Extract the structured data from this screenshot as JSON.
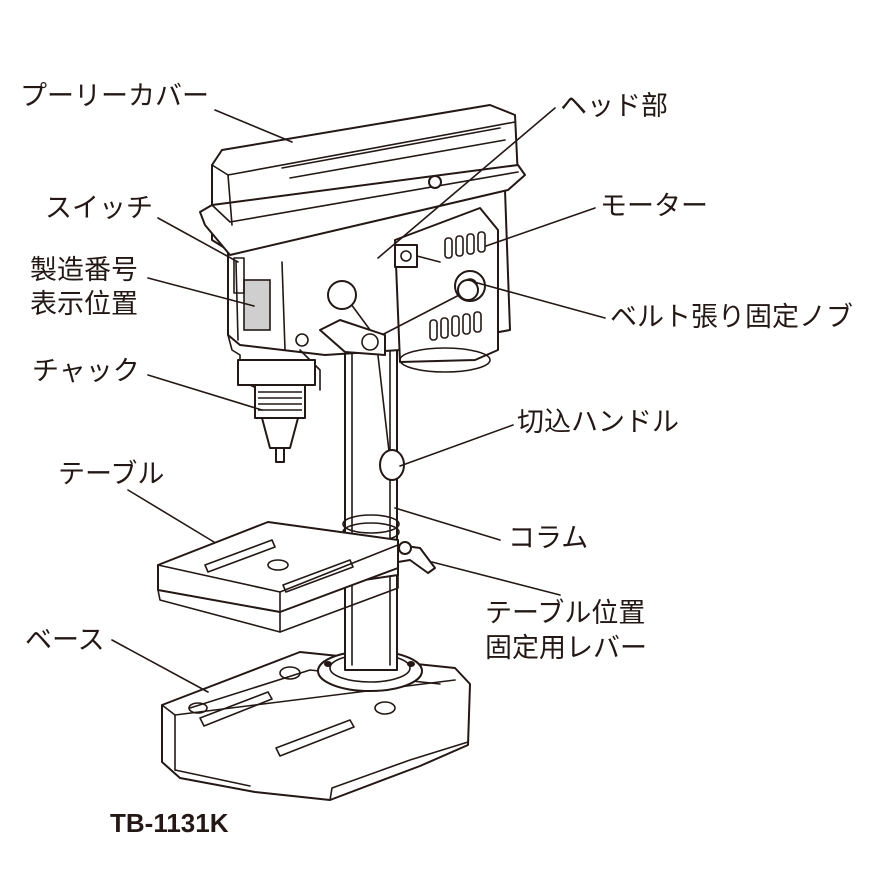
{
  "labels": {
    "pulley_cover": "プーリーカバー",
    "head": "ヘッド部",
    "switch": "スイッチ",
    "motor": "モーター",
    "serial_line1": "製造番号",
    "serial_line2": "表示位置",
    "belt_knob": "ベルト張り固定ノブ",
    "chuck": "チャック",
    "feed_handle": "切込ハンドル",
    "table": "テーブル",
    "column": "コラム",
    "table_lever_line1": "テーブル位置",
    "table_lever_line2": "固定用レバー",
    "base": "ベース"
  },
  "model": "TB-1131K",
  "colors": {
    "ink": "#231815",
    "background": "#ffffff"
  }
}
